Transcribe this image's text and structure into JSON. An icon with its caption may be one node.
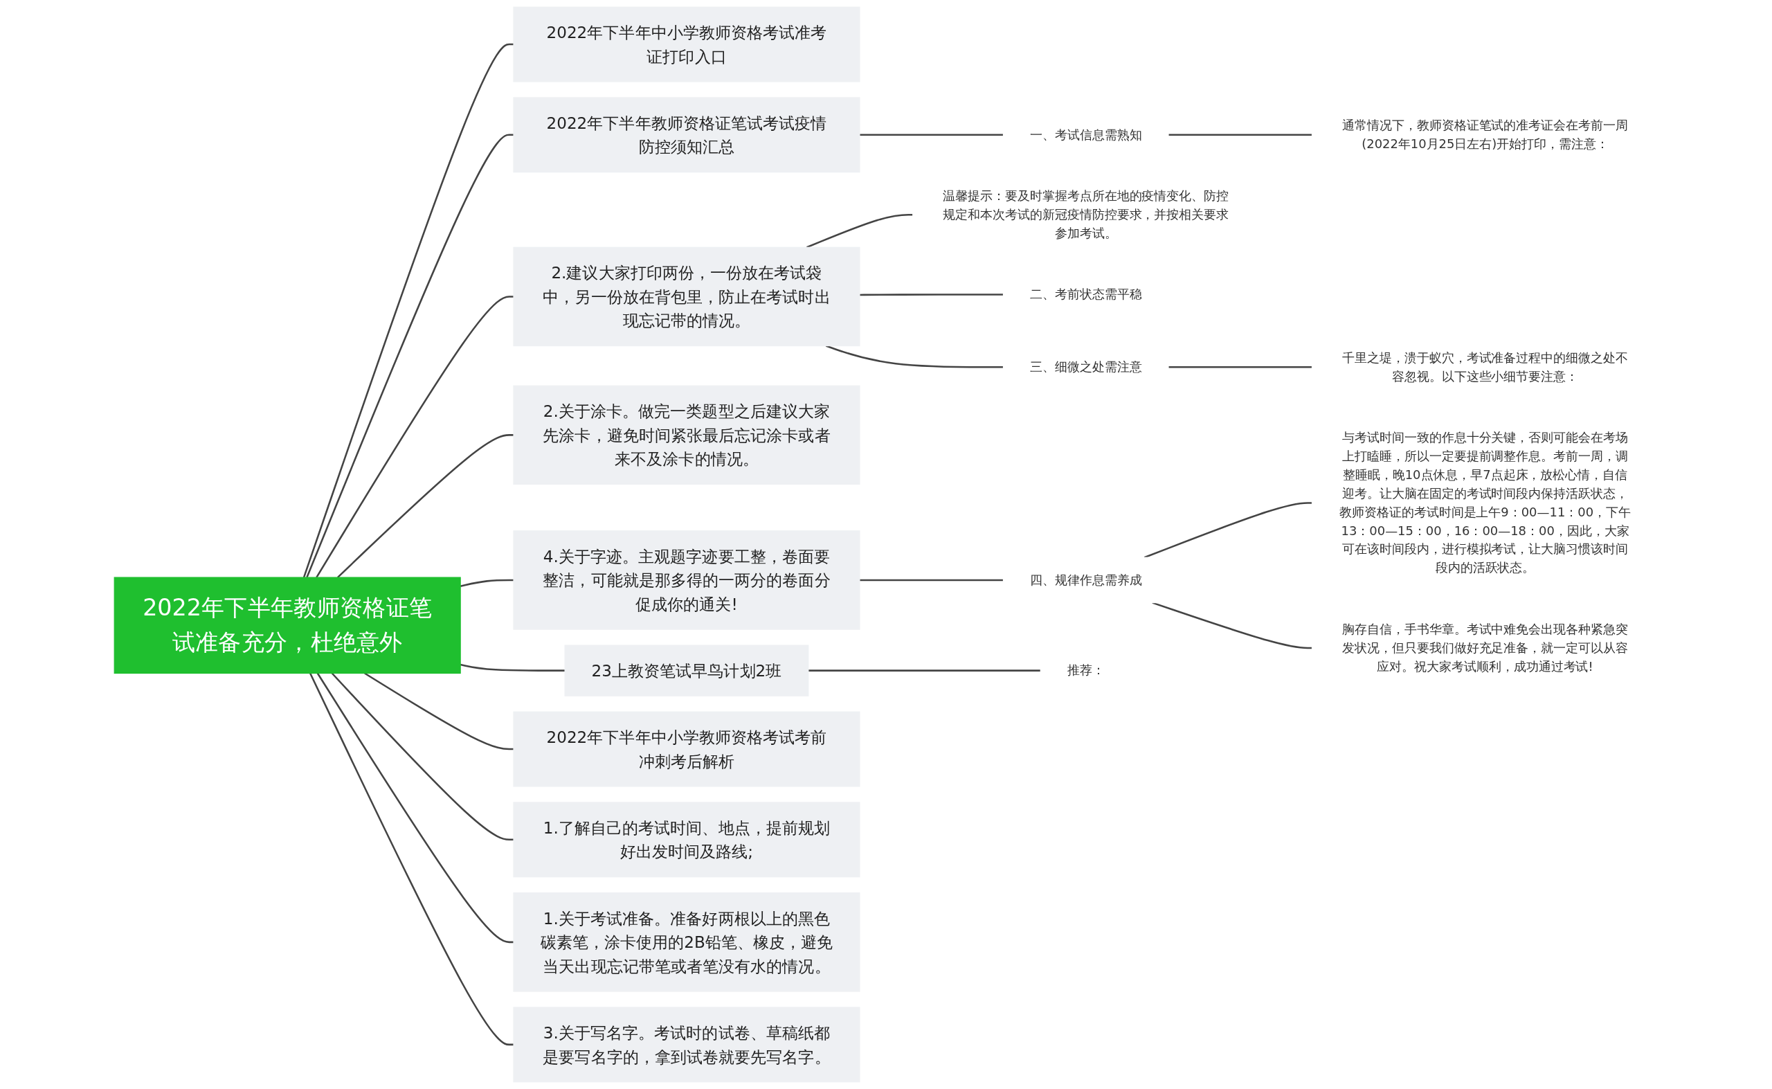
{
  "diagram": {
    "nodes": [
      {
        "text": [
          "2022年下半年教师资格证笔试准备充分，杜绝意外"
        ]
      },
      {
        "text": [
          "2022年下半年中小学教师资格考试准考证打印入口"
        ]
      },
      {
        "text": [
          "2022年下半年教师资格证笔试考试疫情防控须知汇总"
        ]
      },
      {
        "text": [
          "一、考试信息需熟知"
        ]
      },
      {
        "text": [
          "通常情况下，教师资格证笔试的准考证会在考前一周(2022年10月25日左右)开始打印，需注意："
        ]
      },
      {
        "text": [
          "2.建议大家打印两份，一份放在考试袋中，另一份放在背包里，防止在考试时出现忘记带的情况。"
        ]
      },
      {
        "text": [
          "温馨提示：要及时掌握考点所在地的疫情变化、防控规定和本次考试的新冠疫情防控要求，并按相关要求参加考试。"
        ]
      },
      {
        "text": [
          "二、考前状态需平稳"
        ]
      },
      {
        "text": [
          "三、细微之处需注意"
        ]
      },
      {
        "text": [
          "千里之堤，溃于蚁穴，考试准备过程中的细微之处不容忽视。以下这些小细节要注意："
        ]
      },
      {
        "text": [
          "2.关于涂卡。做完一类题型之后建议大家先涂卡，避免时间紧张最后忘记涂卡或者来不及涂卡的情况。"
        ]
      },
      {
        "text": [
          "4.关于字迹。主观题字迹要工整，卷面要整洁，可能就是那多得的一两分的卷面分促成你的通关!"
        ]
      },
      {
        "text": [
          "四、规律作息需养成"
        ]
      },
      {
        "text": [
          "与考试时间一致的作息十分关键，否则可能会在考场上打瞌睡，所以一定要提前调整作息。考前一周，调整睡眠，晚10点休息，早7点起床，放松心情，自信迎考。让大脑在固定的考试时间段内保持活跃状态，教师资格证的考试时间是上午9：00—11：00，下午13：00—15：00，16：00—18：00，因此，大家可在该时间段内，进行模拟考试，让大脑习惯该时间段内的活跃状态。"
        ]
      },
      {
        "text": [
          "胸存自信，手书华章。考试中难免会出现各种紧急突发状况，但只要我们做好充足准备，就一定可以从容应对。祝大家考试顺利，成功通过考试!"
        ]
      },
      {
        "text": [
          "23上教资笔试早鸟计划2班"
        ]
      },
      {
        "text": [
          "推荐："
        ]
      },
      {
        "text": [
          "2022年下半年中小学教师资格考试考前冲刺考后解析"
        ]
      },
      {
        "text": [
          "1.了解自己的考试时间、地点，提前规划好出发时间及路线;"
        ]
      },
      {
        "text": [
          "1.关于考试准备。准备好两根以上的黑色碳素笔，涂卡使用的2B铅笔、橡皮，避免当天出现忘记带笔或者笔没有水的情况。"
        ]
      },
      {
        "text": [
          "3.关于写名字。考试时的试卷、草稿纸都是要写名字的，拿到试卷就要先写名字。"
        ]
      }
    ],
    "edges": [
      {
        "from": 0,
        "to": 1,
        "arrow": "none"
      },
      {
        "from": 0,
        "to": 2,
        "arrow": "none"
      },
      {
        "from": 2,
        "to": 3,
        "arrow": "none"
      },
      {
        "from": 3,
        "to": 4,
        "arrow": "none"
      },
      {
        "from": 0,
        "to": 5,
        "arrow": "none"
      },
      {
        "from": 5,
        "to": 6,
        "arrow": "none"
      },
      {
        "from": 5,
        "to": 7,
        "arrow": "none"
      },
      {
        "from": 5,
        "to": 8,
        "arrow": "none"
      },
      {
        "from": 8,
        "to": 9,
        "arrow": "none"
      },
      {
        "from": 0,
        "to": 10,
        "arrow": "none"
      },
      {
        "from": 0,
        "to": 11,
        "arrow": "none"
      },
      {
        "from": 11,
        "to": 12,
        "arrow": "none"
      },
      {
        "from": 12,
        "to": 13,
        "arrow": "none"
      },
      {
        "from": 12,
        "to": 14,
        "arrow": "none"
      },
      {
        "from": 0,
        "to": 15,
        "arrow": "none"
      },
      {
        "from": 15,
        "to": 16,
        "arrow": "none"
      },
      {
        "from": 0,
        "to": 17,
        "arrow": "none"
      },
      {
        "from": 0,
        "to": 18,
        "arrow": "none"
      },
      {
        "from": 0,
        "to": 19,
        "arrow": "none"
      },
      {
        "from": 0,
        "to": 20,
        "arrow": "none"
      }
    ]
  }
}
